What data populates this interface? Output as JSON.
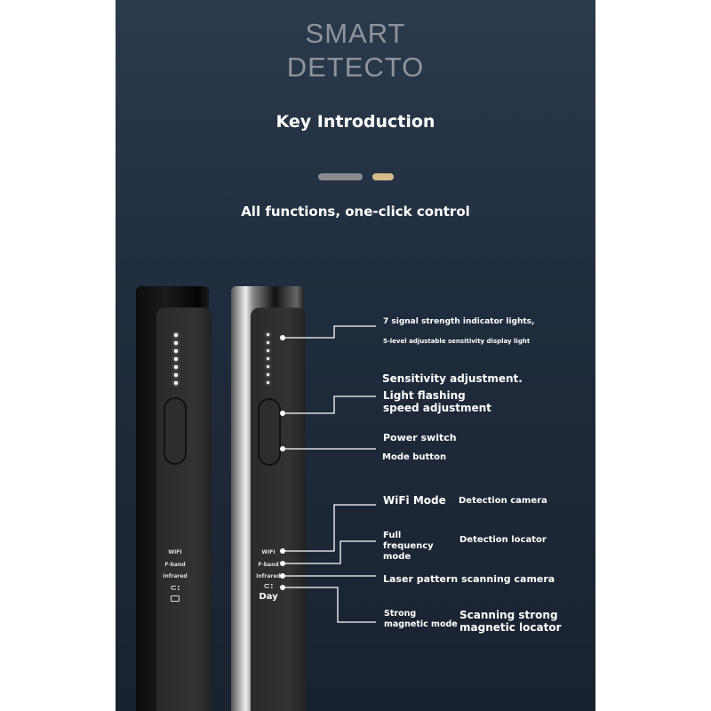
{
  "header": {
    "title_line1": "SMART",
    "title_line2": "DETECTO",
    "heading": "Key Introduction",
    "subheading": "All functions, one-click control"
  },
  "colors": {
    "bar_grey": "#8c8c90",
    "bar_gold": "#d4bb8a"
  },
  "device": {
    "labels": [
      "WIFI",
      "F-band",
      "Infrared"
    ],
    "mode_icon": "⊂:",
    "battery_icon": "battery-icon",
    "day_label": "Day"
  },
  "annotations": {
    "signal_line1": "7 signal strength indicator lights,",
    "signal_line2": "5-level adjustable sensitivity display light",
    "sensitivity": "Sensitivity adjustment.",
    "flash_speed": "Light flashing speed adjustment",
    "power": "Power switch",
    "mode_button": "Mode button",
    "wifi_mode": "WiFi Mode",
    "wifi_desc": "Detection camera",
    "full_freq": "Full frequency mode",
    "full_freq_desc": "Detection locator",
    "laser": "Laser pattern scanning camera",
    "magnetic": "Strong magnetic mode",
    "magnetic_desc": "Scanning strong magnetic locator"
  }
}
